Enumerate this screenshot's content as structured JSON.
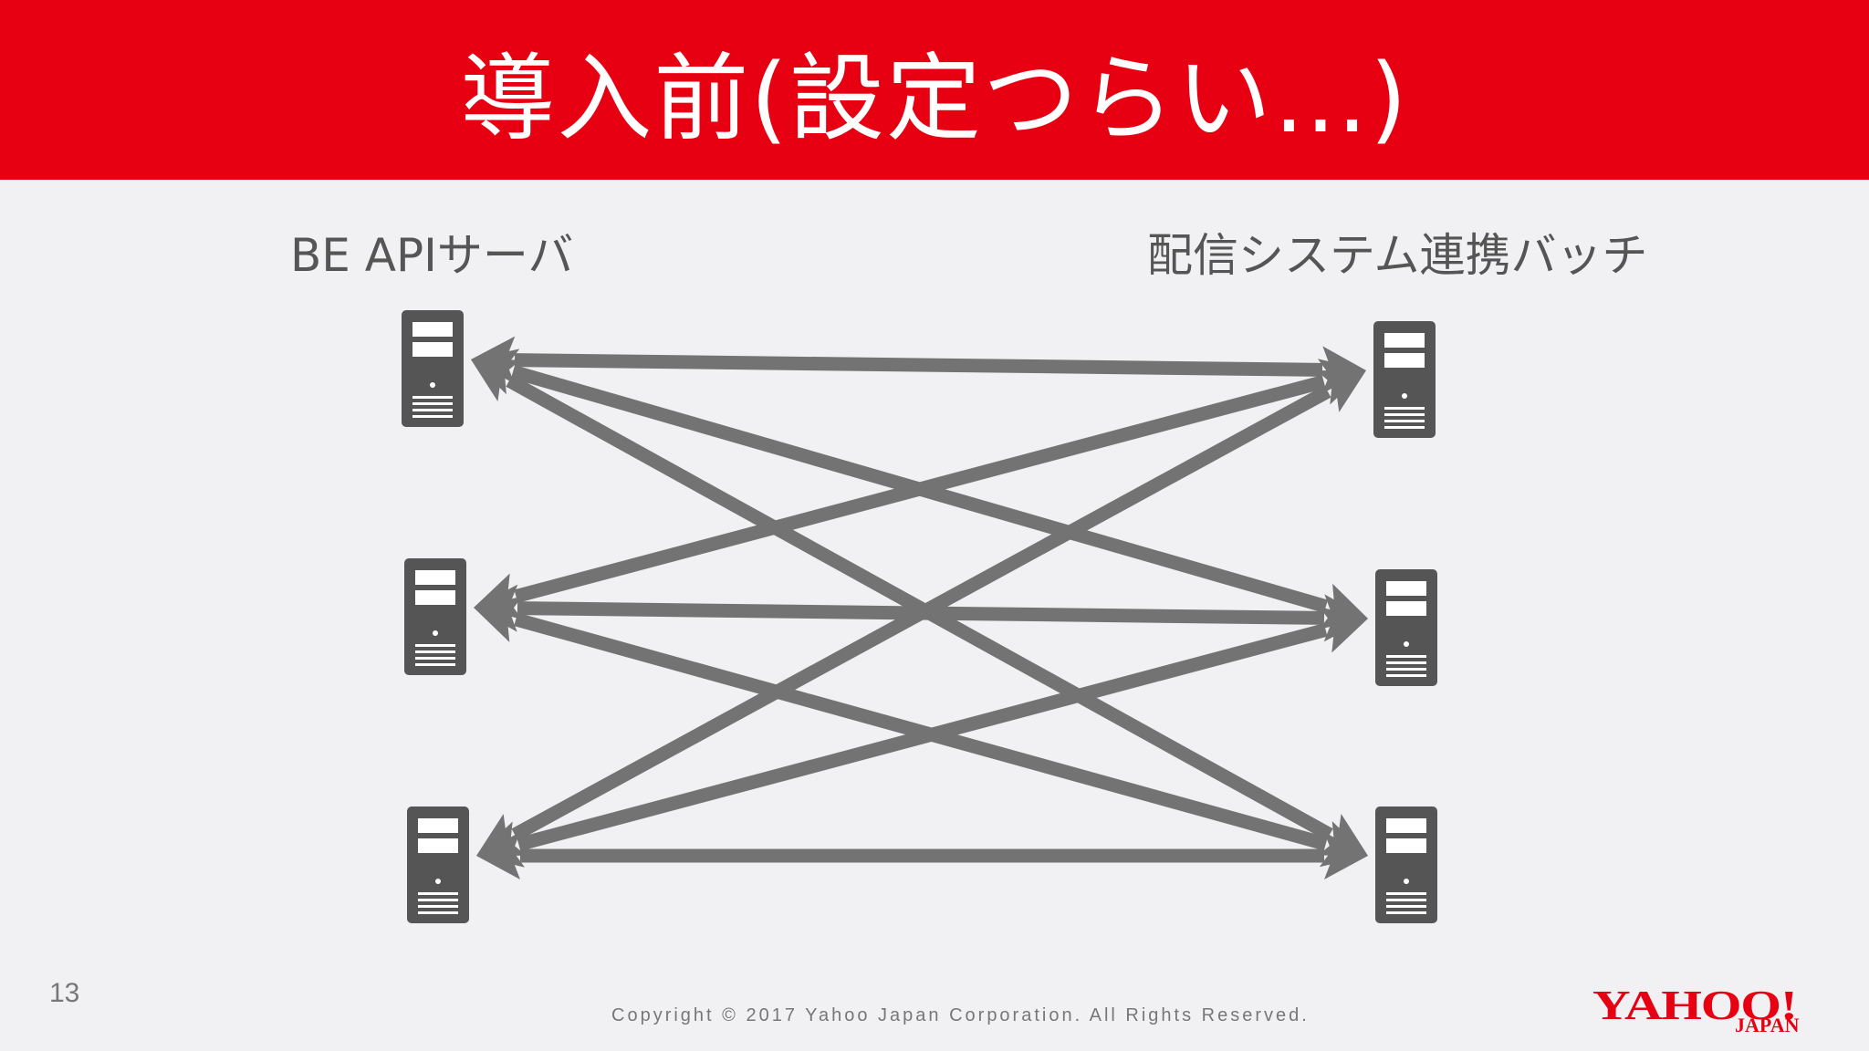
{
  "slide": {
    "title": "導入前(設定つらい…)",
    "left_group_label": "BE APIサーバ",
    "right_group_label": "配信システム連携バッチ",
    "page_number": "13",
    "copyright": "Copyright © 2017 Yahoo Japan Corporation. All Rights Reserved.",
    "logo_main": "YAHOO!",
    "logo_sub": "JAPAN"
  },
  "colors": {
    "header": "#e60012",
    "background": "#f1f1f3",
    "server": "#555555",
    "arrow": "#737373"
  },
  "diagram": {
    "left_servers": [
      "server-icon",
      "server-icon",
      "server-icon"
    ],
    "right_servers": [
      "server-icon",
      "server-icon",
      "server-icon"
    ],
    "connections": [
      {
        "from": 0,
        "to": 0
      },
      {
        "from": 0,
        "to": 1
      },
      {
        "from": 0,
        "to": 2
      },
      {
        "from": 1,
        "to": 0
      },
      {
        "from": 1,
        "to": 1
      },
      {
        "from": 1,
        "to": 2
      },
      {
        "from": 2,
        "to": 0
      },
      {
        "from": 2,
        "to": 1
      },
      {
        "from": 2,
        "to": 2
      }
    ],
    "arrow_style": "bidirectional"
  }
}
